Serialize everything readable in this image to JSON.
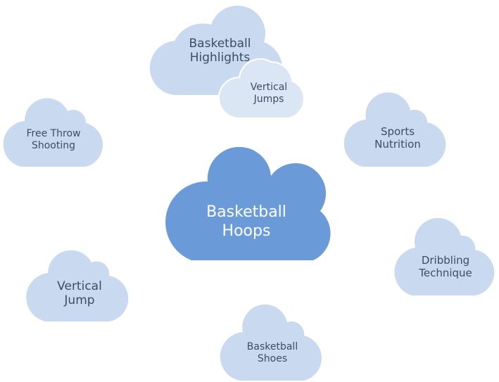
{
  "center_topic": {
    "line1": "Basketball",
    "line2": "Hoops"
  },
  "related_topics": {
    "basketball_highlights": {
      "line1": "Basketball",
      "line2": "Highlights"
    },
    "vertical_jumps": {
      "line1": "Vertical",
      "line2": "Jumps"
    },
    "free_throw_shooting": {
      "line1": "Free Throw",
      "line2": "Shooting"
    },
    "sports_nutrition": {
      "line1": "Sports",
      "line2": "Nutrition"
    },
    "dribbling_technique": {
      "line1": "Dribbling",
      "line2": "Technique"
    },
    "vertical_jump": {
      "line1": "Vertical",
      "line2": "Jump"
    },
    "basketball_shoes": {
      "line1": "Basketball",
      "line2": "Shoes"
    }
  },
  "colors": {
    "center_cloud": "#6a9bd8",
    "outer_cloud": "#c9daf0",
    "outer_cloud_light": "#dbe6f5",
    "text_dark": "#3d4c66",
    "text_light": "#ffffff"
  }
}
